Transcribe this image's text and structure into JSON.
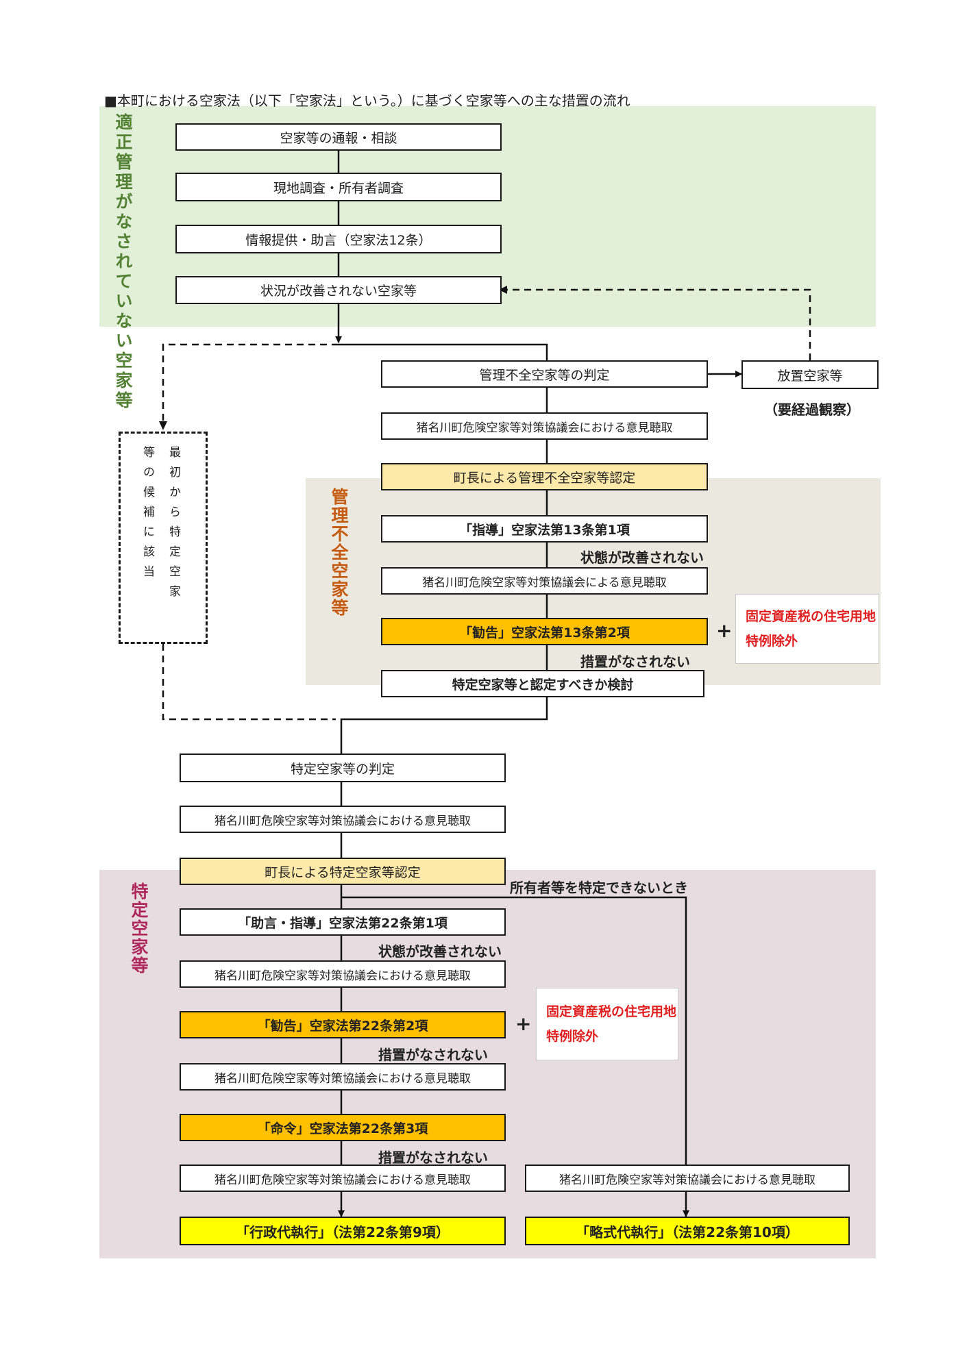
{
  "title": "■本町における空家法（以下「空家法」という。）に基づく空家等への主な措置の流れ",
  "sections": {
    "not_managed": "適正管理がなされていない空家等",
    "management_deficient": "管理不全空家等",
    "specified": "特定空家等"
  },
  "steps": {
    "report": "空家等の通報・相談",
    "survey": "現地調査・所有者調査",
    "info": "情報提供・助言（空家法12条）",
    "unimproved": "状況が改善されない空家等",
    "judge_deficient": "管理不全空家等の判定",
    "neglected": "放置空家等",
    "observe": "（要経過観察）",
    "council1": "猪名川町危険空家等対策協議会における意見聴取",
    "mayor_deficient": "町長による管理不全空家等認定",
    "guidance13": "「指導」空家法第13条第1項",
    "council2": "猪名川町危険空家等対策協議会による意見聴取",
    "recommend13": "「勧告」空家法第13条第2項",
    "consider": "特定空家等と認定すべきか検討",
    "judge_specified": "特定空家等の判定",
    "council3": "猪名川町危険空家等対策協議会における意見聴取",
    "mayor_specified": "町長による特定空家等認定",
    "advice22": "「助言・指導」空家法第22条第1項",
    "council4": "猪名川町危険空家等対策協議会における意見聴取",
    "recommend22": "「勧告」空家法第22条第2項",
    "council5": "猪名川町危険空家等対策協議会における意見聴取",
    "order22": "「命令」空家法第22条第3項",
    "council6": "猪名川町危険空家等対策協議会における意見聴取",
    "council7": "猪名川町危険空家等対策協議会における意見聴取",
    "exec": "「行政代執行」（法第22条第9項）",
    "simple_exec": "「略式代執行」（法第22条第10項）"
  },
  "candidate": "最初から特定空家\n等の候補に該当",
  "tax_exclusion": "固定資産税の住宅用地特例除外",
  "labels": {
    "not_improved": "状態が改善されない",
    "no_action": "措置がなされない",
    "owner_unknown": "所有者等を特定できないとき"
  },
  "plus": "+"
}
